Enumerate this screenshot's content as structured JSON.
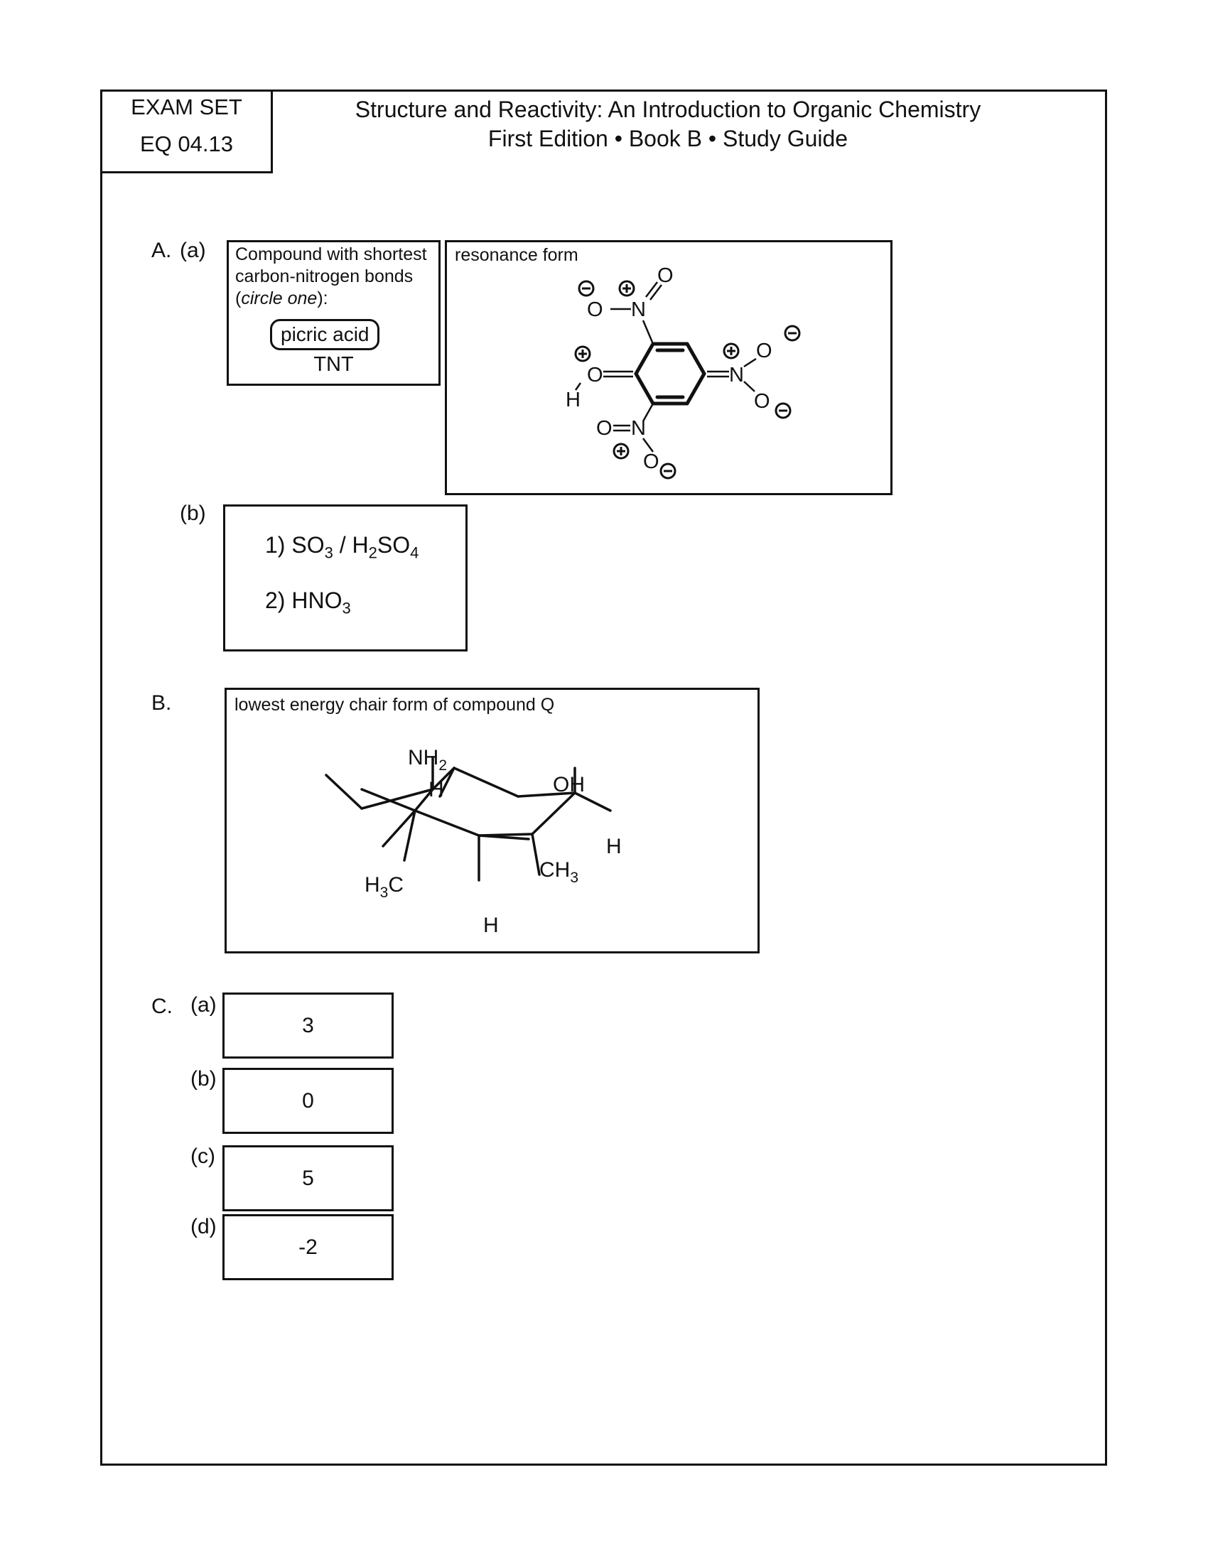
{
  "tag": {
    "line1": "EXAM SET",
    "line2": "EQ 04.13"
  },
  "header": {
    "line1": "Structure and Reactivity: An Introduction to Organic Chemistry",
    "line2": "First Edition • Book B • Study Guide"
  },
  "sectionA": {
    "label": "A.",
    "part_a": {
      "label": "(a)",
      "prompt_line1": "Compound with shortest",
      "prompt_line2": "carbon-nitrogen bonds",
      "prompt_line3_italic": "circle one",
      "prompt_line3_open": "(",
      "prompt_line3_close": "):",
      "choice_circled": "picric acid",
      "choice_other": "TNT"
    },
    "resonance": {
      "title": "resonance form",
      "atoms": {
        "o_top_minus": "O",
        "n_top": "N",
        "o_top_double": "O",
        "o_phenol": "O",
        "h_phenol": "H",
        "n_right": "N",
        "o_right_up": "O",
        "o_right_down": "O",
        "n_bottom": "N",
        "o_bottom_double": "O",
        "o_bottom_minus": "O"
      }
    },
    "part_b": {
      "label": "(b)",
      "step1_prefix": "1) SO",
      "step1_sub1": "3",
      "step1_mid": " / H",
      "step1_sub2": "2",
      "step1_mid2": "SO",
      "step1_sub3": "4",
      "step2_prefix": "2) HNO",
      "step2_sub": "3"
    }
  },
  "sectionB": {
    "label": "B.",
    "title": "lowest energy chair form of compound Q",
    "atoms": {
      "nh2": "NH",
      "nh2_sub": "2",
      "h_top": "H",
      "oh": "OH",
      "h_right": "H",
      "ch3_right": "CH",
      "ch3_right_sub": "3",
      "h3c": "H",
      "h3c_sub": "3",
      "h3c_c": "C",
      "h_bottom": "H"
    }
  },
  "sectionC": {
    "label": "C.",
    "answers": [
      {
        "label": "(a)",
        "value": "3"
      },
      {
        "label": "(b)",
        "value": "0"
      },
      {
        "label": "(c)",
        "value": "5"
      },
      {
        "label": "(d)",
        "value": "-2"
      }
    ]
  }
}
